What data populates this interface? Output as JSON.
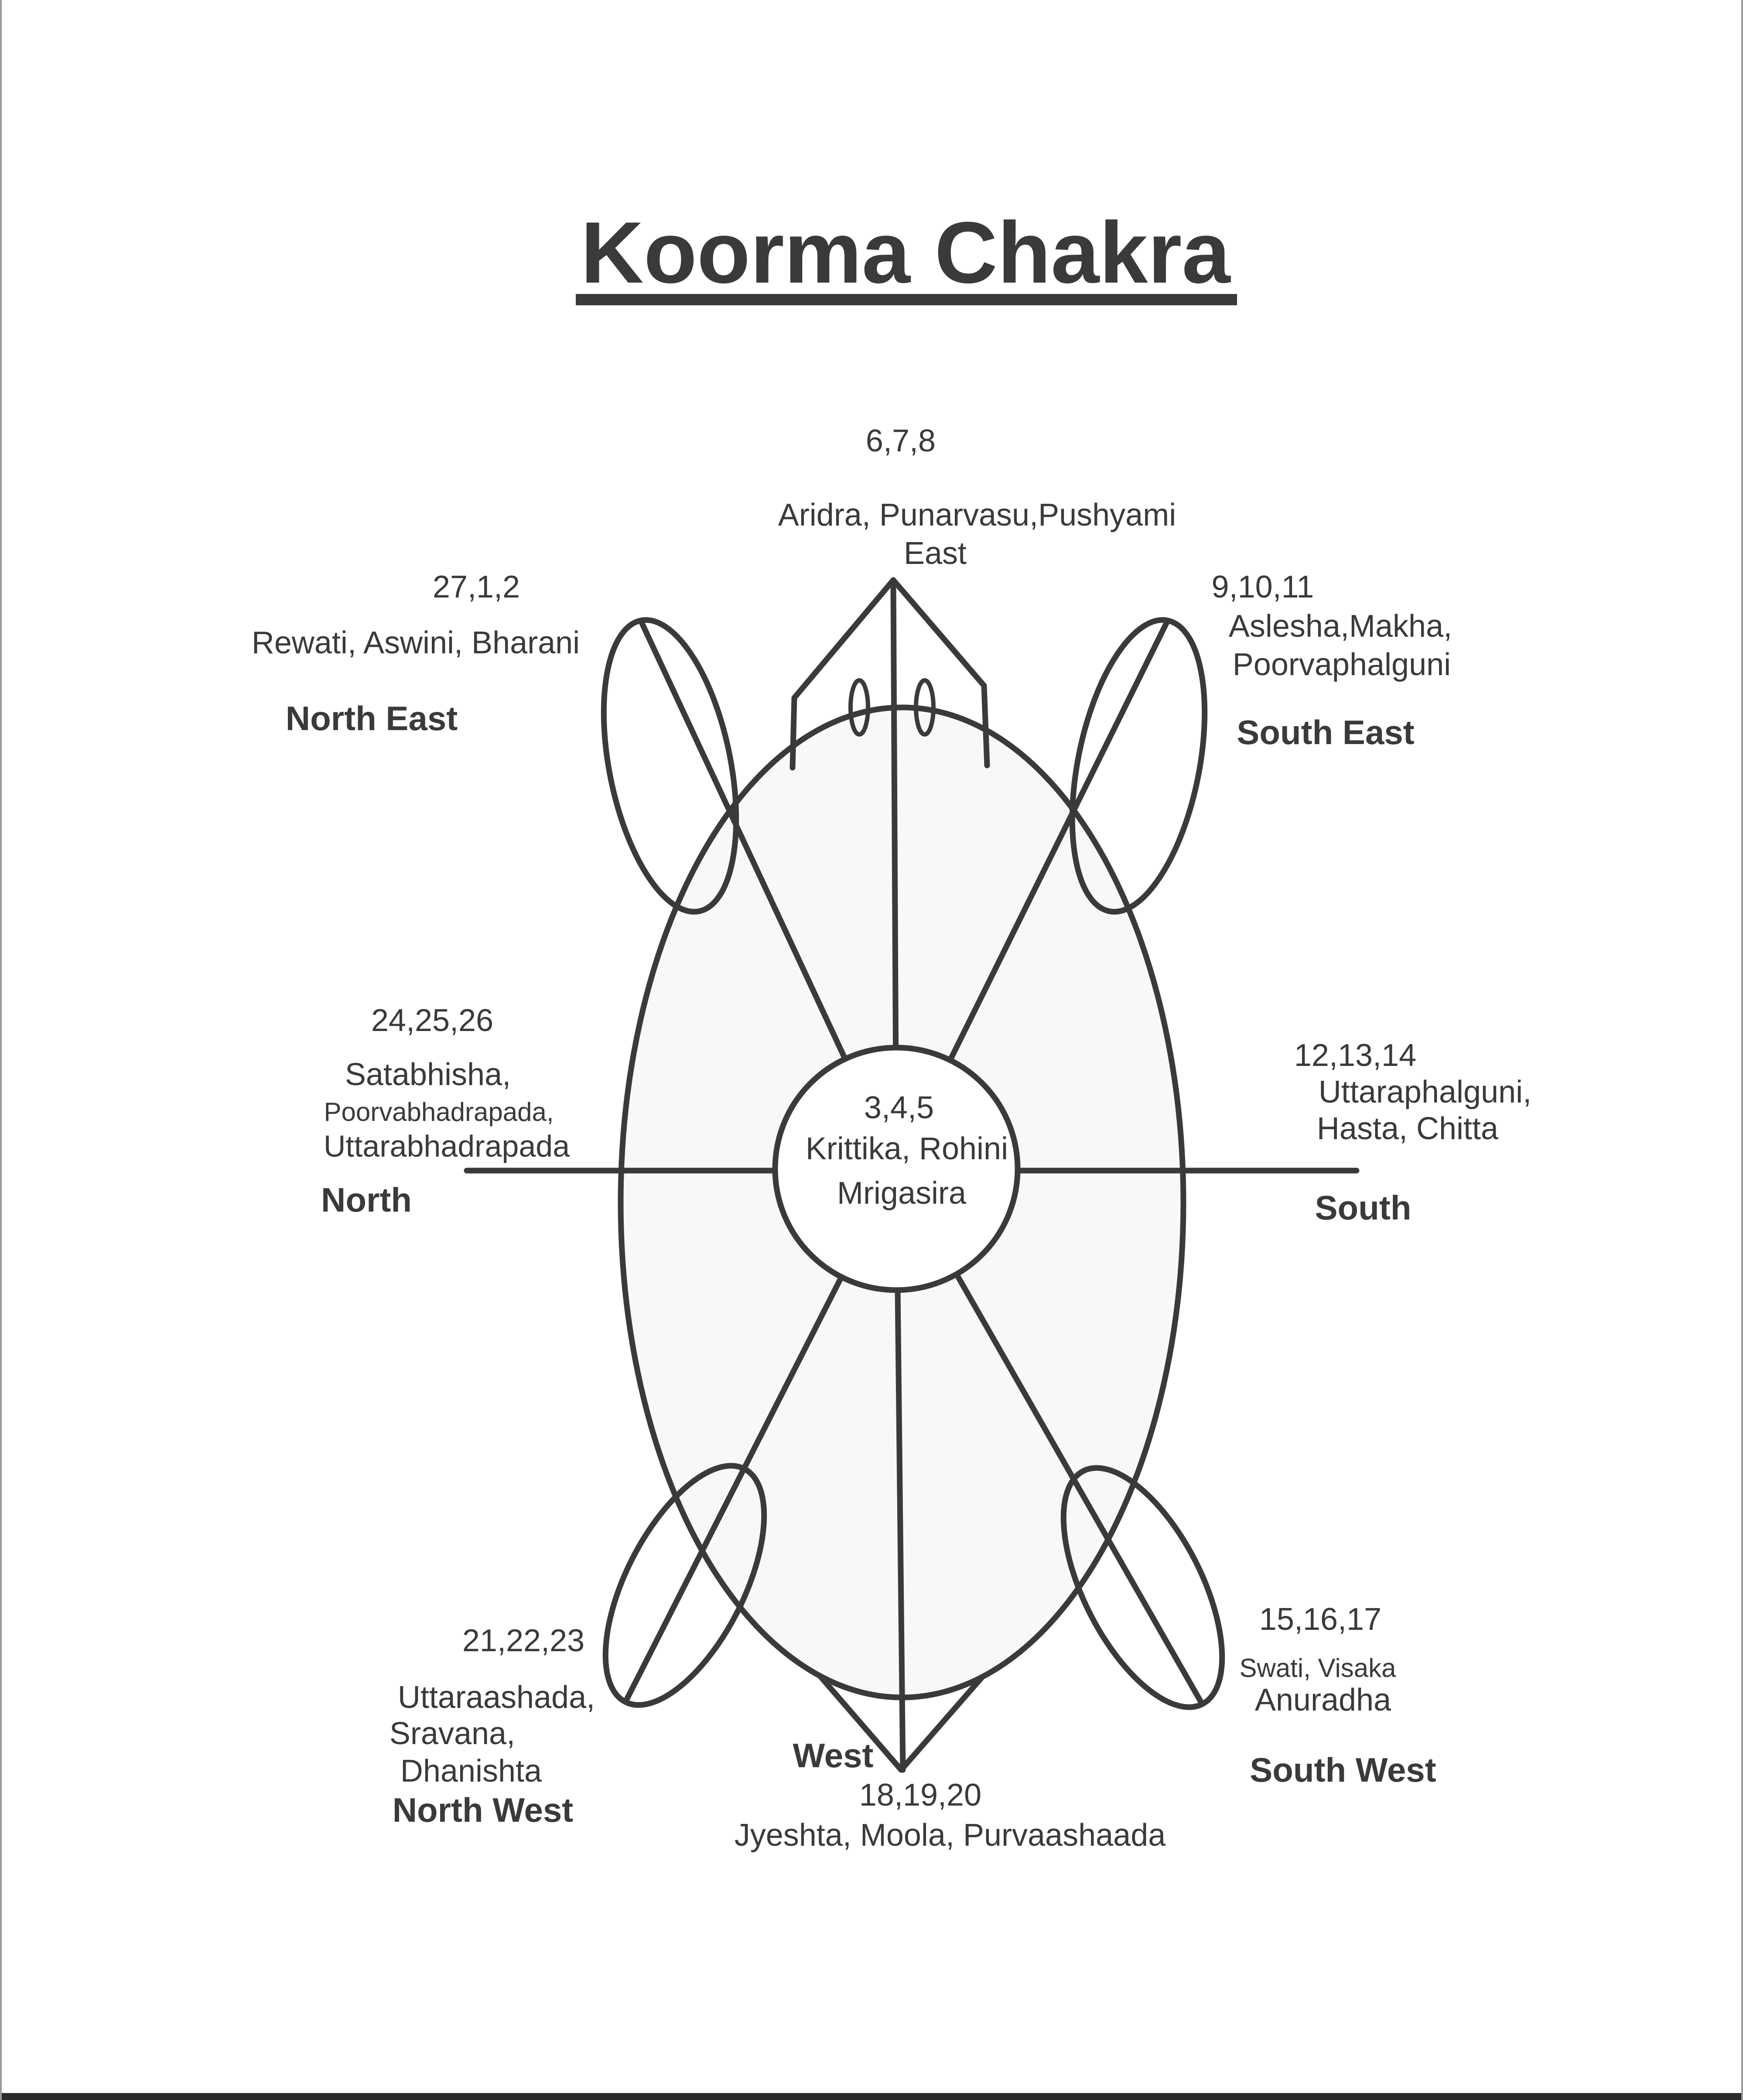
{
  "title": "Koorma Chakra",
  "colors": {
    "ink": "#3a3a3a",
    "background": "#ffffff",
    "body_fill": "#f8f8f8",
    "bottom_edge": "#2b2b2b"
  },
  "center": {
    "numbers": "3,4,5",
    "line1": "Krittika, Rohini",
    "line2": "Mrigasira"
  },
  "sectors": {
    "east": {
      "numbers": "6,7,8",
      "nakshatras": "Aridra, Punarvasu,Pushyami",
      "direction": "East"
    },
    "south_east": {
      "numbers": "9,10,11",
      "line1": "Aslesha,Makha,",
      "line2": "Poorvaphalguni",
      "direction": "South East"
    },
    "south": {
      "numbers": "12,13,14",
      "line1": "Uttaraphalguni,",
      "line2": "Hasta, Chitta",
      "direction": "South"
    },
    "south_west": {
      "numbers": "15,16,17",
      "line1": "Swati, Visaka",
      "line2": "Anuradha",
      "direction": "South West"
    },
    "west": {
      "numbers": "18,19,20",
      "nakshatras": "Jyeshta, Moola, Purvaashaada",
      "direction": "West"
    },
    "north_west": {
      "numbers": "21,22,23",
      "line1": "Uttaraashada,",
      "line2": "Sravana,",
      "line3": "Dhanishta",
      "direction": "North West"
    },
    "north": {
      "numbers": "24,25,26",
      "line1": "Satabhisha,",
      "line2": "Poorvabhadrapada,",
      "line3": "Uttarabhadrapada",
      "direction": "North"
    },
    "north_east": {
      "numbers": "27,1,2",
      "nakshatras": "Rewati, Aswini, Bharani",
      "direction": "North East"
    }
  }
}
